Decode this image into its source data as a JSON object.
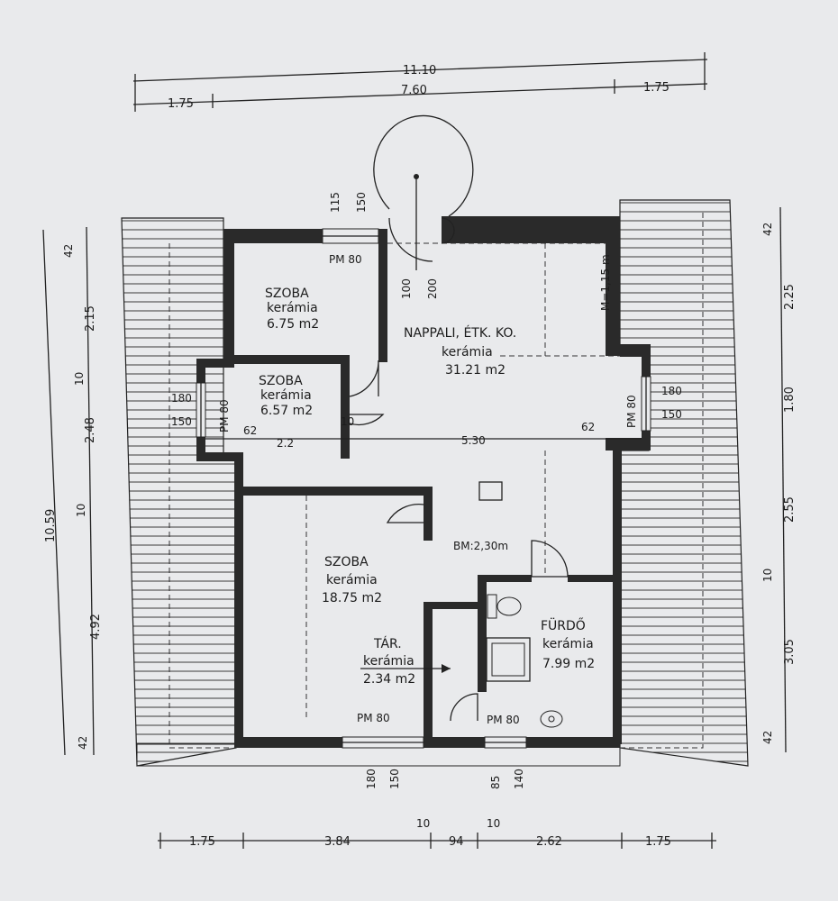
{
  "rooms": {
    "living": {
      "name": "NAPPALI, ÉTK. KO.",
      "floor": "kerámia",
      "area": "31.21 m2"
    },
    "room1": {
      "name": "SZOBA",
      "floor": "kerámia",
      "area": "6.75 m2"
    },
    "room2": {
      "name": "SZOBA",
      "floor": "kerámia",
      "area": "6.57 m2"
    },
    "room3": {
      "name": "SZOBA",
      "floor": "kerámia",
      "area": "18.75 m2"
    },
    "storage": {
      "name": "TÁR.",
      "floor": "kerámia",
      "area": "2.34 m2"
    },
    "bath": {
      "name": "FÜRDŐ",
      "floor": "kerámia",
      "area": "7.99 m2"
    }
  },
  "labels": {
    "pm_top": "PM 80",
    "pm_left": "PM 80",
    "pm_right": "PM 80",
    "pm_bottom1": "PM 80",
    "pm_bottom2": "PM 80",
    "m_height": "M=1,15 m",
    "bm_height": "BM:2,30m",
    "width_530": "5.30",
    "w62a": "62",
    "w62b": "62",
    "w22": "2.2",
    "w10mid": "10"
  },
  "dims": {
    "top_total": "11.10",
    "top": [
      "1.75",
      "7.60",
      "1.75"
    ],
    "bottom": [
      "1.75",
      "3.84",
      "10",
      "94",
      "10",
      "2.62",
      "1.75"
    ],
    "left_total": "10.59",
    "left": [
      "42",
      "2.15",
      "10",
      "2.48",
      "10",
      "4.92",
      "42"
    ],
    "right": [
      "42",
      "2.25",
      "1.80",
      "2.55",
      "10",
      "3.05",
      "42"
    ],
    "door_top": [
      "115",
      "150"
    ],
    "door_center": [
      "100",
      "200"
    ],
    "win_left": [
      "180",
      "150"
    ],
    "win_right": [
      "180",
      "150"
    ],
    "win_bottom1": [
      "180",
      "150"
    ],
    "win_bottom2": [
      "85",
      "140"
    ]
  }
}
